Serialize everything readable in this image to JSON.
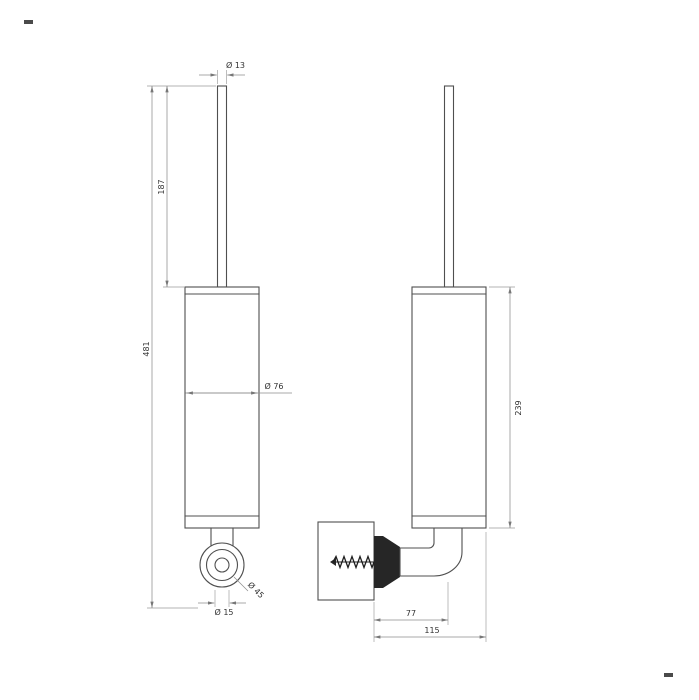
{
  "labels": {
    "handle_diameter": "Ø 13",
    "handle_length": "187",
    "total_height": "481",
    "body_diameter": "Ø 76",
    "base_outer_diameter": "Ø 45",
    "base_hole_diameter": "Ø 15",
    "body_height_side": "239",
    "wall_to_axis": "77",
    "wall_to_front": "115"
  },
  "style": {
    "line_color": "#4f4f4f",
    "dim_color": "#8c8c8c",
    "text_color": "#333333",
    "background": "#ffffff"
  }
}
